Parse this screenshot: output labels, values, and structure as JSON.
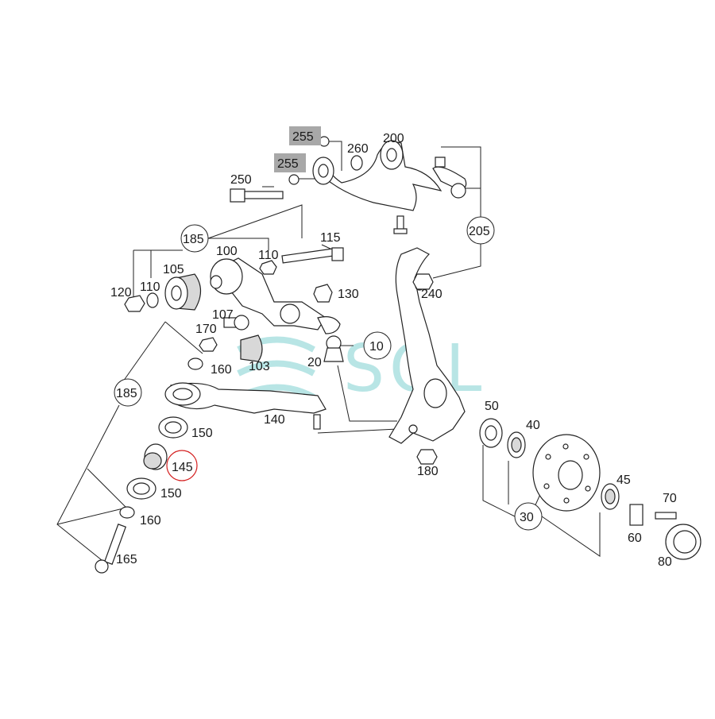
{
  "watermark": {
    "text": "SOL",
    "color": "#7fd0d0"
  },
  "highlight_color": "#a8a8a8",
  "marker_color": "#d42020",
  "labels": {
    "l255a": "255",
    "l255b": "255",
    "l260": "260",
    "l200": "200",
    "l250": "250",
    "l205": "205",
    "l185a": "185",
    "l100": "100",
    "l110a": "110",
    "l115": "115",
    "l105": "105",
    "l120": "120",
    "l110b": "110",
    "l130": "130",
    "l240": "240",
    "l107": "107",
    "l170": "170",
    "l10": "10",
    "l20": "20",
    "l103": "103",
    "l160a": "160",
    "l185b": "185",
    "l140": "140",
    "l150a": "150",
    "l145": "145",
    "l150b": "150",
    "l160b": "160",
    "l165": "165",
    "l180": "180",
    "l50": "50",
    "l40": "40",
    "l45": "45",
    "l70": "70",
    "l30": "30",
    "l60": "60",
    "l80": "80"
  }
}
